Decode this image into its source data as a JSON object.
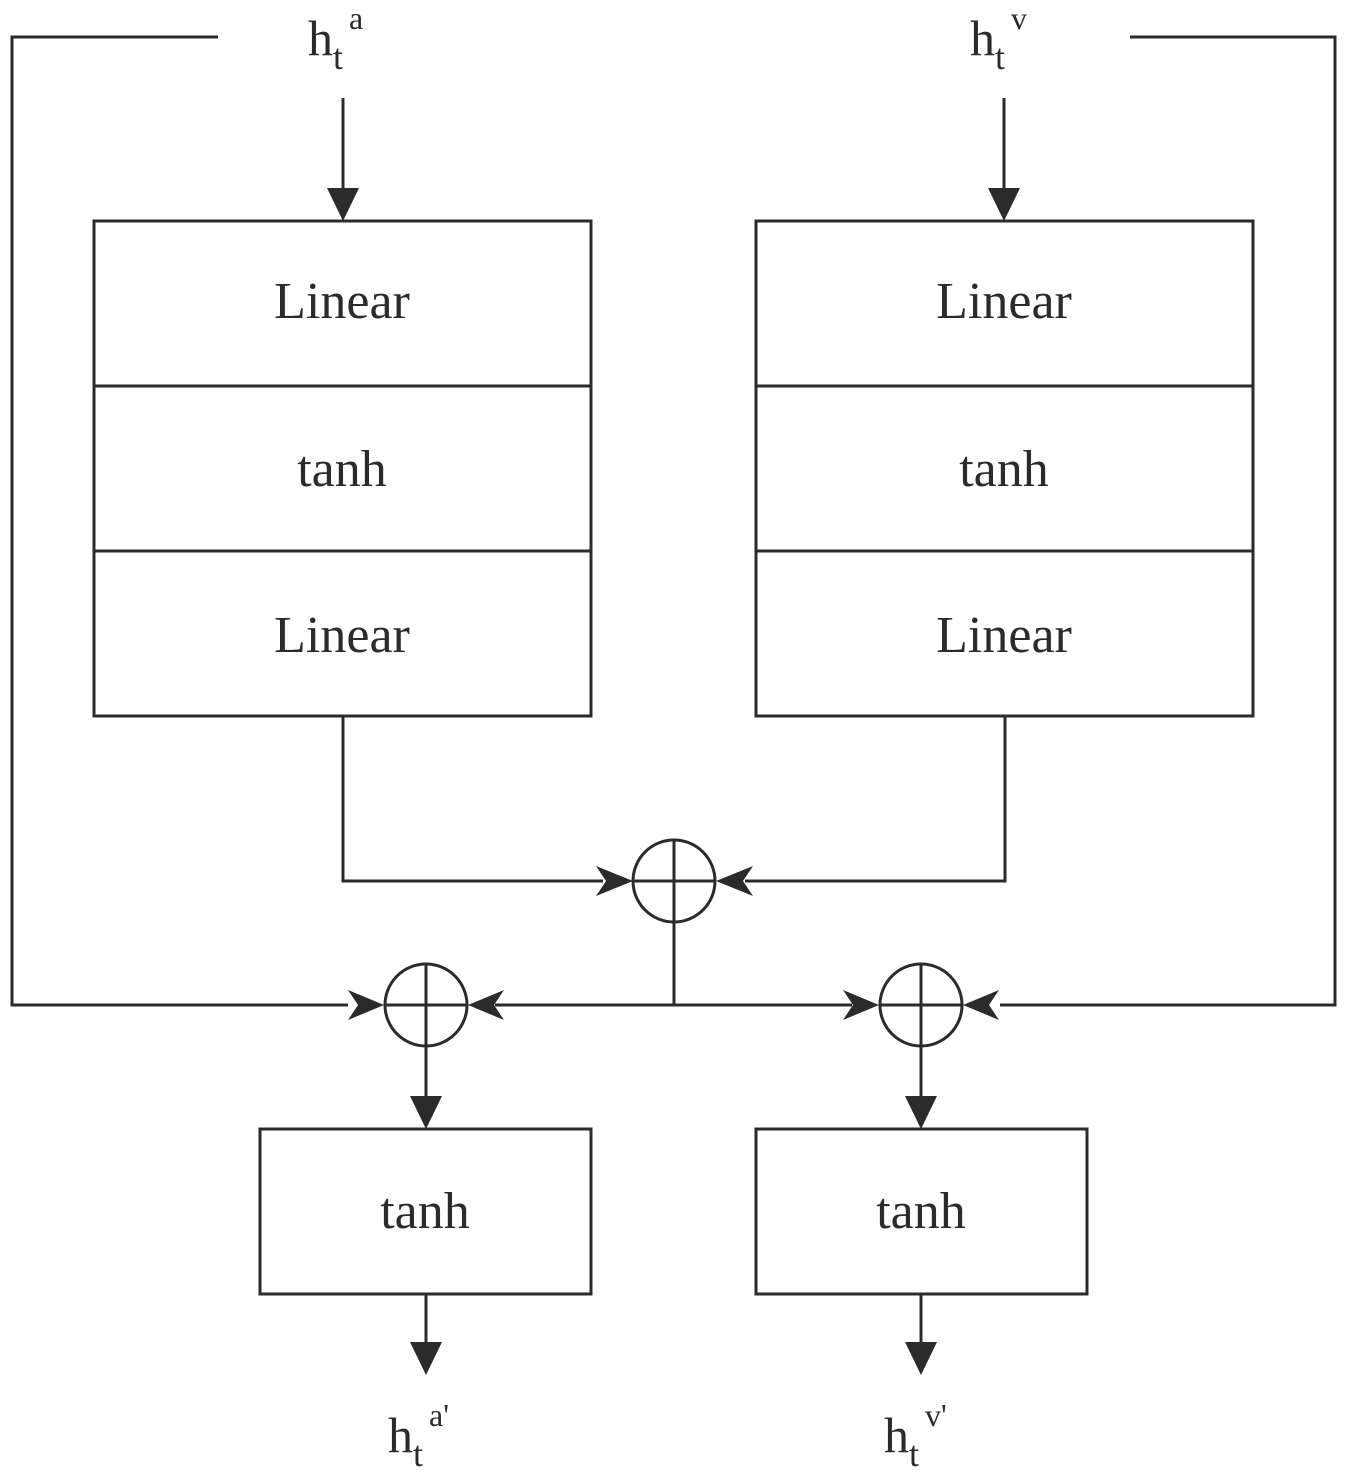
{
  "colors": {
    "stroke": "#2b2b2b",
    "background": "#ffffff"
  },
  "inputs": {
    "audio": {
      "base": "h",
      "sub": "t",
      "sup": "a"
    },
    "visual": {
      "base": "h",
      "sub": "t",
      "sup": "v"
    }
  },
  "left_stack": {
    "layer_1": "Linear",
    "layer_2": "tanh",
    "layer_3": "Linear"
  },
  "right_stack": {
    "layer_1": "Linear",
    "layer_2": "tanh",
    "layer_3": "Linear"
  },
  "combine_ops": {
    "symbol": "⊕"
  },
  "output_blocks": {
    "left": "tanh",
    "right": "tanh"
  },
  "outputs": {
    "audio": {
      "base": "h",
      "sub": "t",
      "sup": "a'"
    },
    "visual": {
      "base": "h",
      "sub": "t",
      "sup": "v'"
    }
  }
}
